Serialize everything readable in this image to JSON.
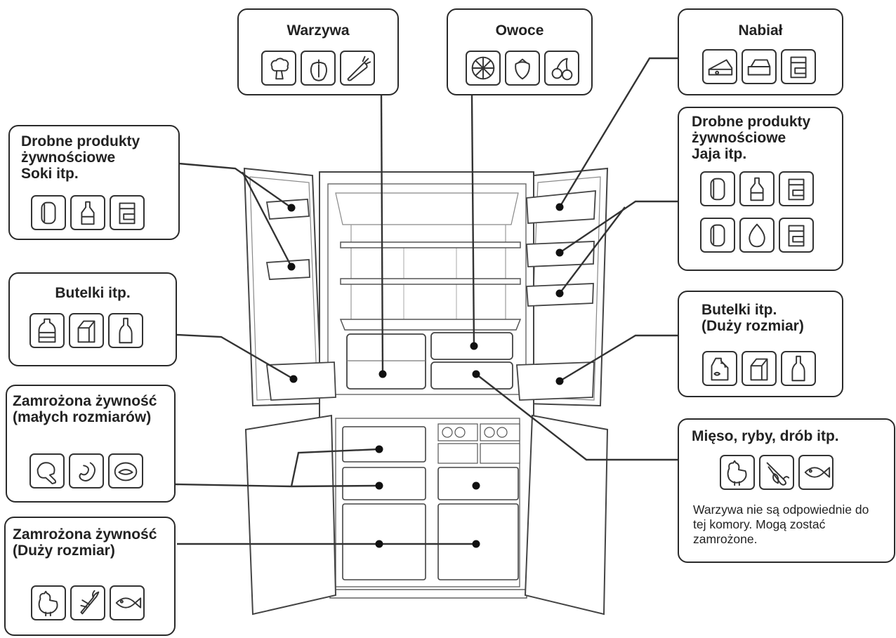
{
  "labels": {
    "warzywa": "Warzywa",
    "owoce": "Owoce",
    "nabial": "Nabiał",
    "drobne_soki": "Drobne produkty\nżywnościowe\nSoki itp.",
    "drobne_jaja": "Drobne produkty\nżywnościowe\nJaja itp.",
    "butelki": "Butelki itp.",
    "butelki_duze": "Butelki itp.\n(Duży rozmiar)",
    "zamrozona_male": "Zamrożona żywność\n(małych rozmiarów)",
    "zamrozona_duze": "Zamrożona żywność\n(Duży rozmiar)",
    "mieso": "Mięso, ryby, drób itp.",
    "mieso_note": "Warzywa nie są odpowiednie do tej komory. Mogą zostać zamrożone."
  },
  "icons": {
    "warzywa": [
      "broccoli-icon",
      "pepper-icon",
      "carrot-icon"
    ],
    "owoce": [
      "citrus-icon",
      "strawberry-icon",
      "cherry-icon"
    ],
    "nabial": [
      "cheese-icon",
      "butter-icon",
      "container-icon"
    ],
    "drobne_soki": [
      "can-icon",
      "sauce-bottle-icon",
      "container-icon"
    ],
    "drobne_jaja_row1": [
      "can-icon",
      "sauce-bottle-icon",
      "container-icon"
    ],
    "drobne_jaja_row2": [
      "can-icon",
      "egg-icon",
      "container-icon"
    ],
    "butelki": [
      "plastic-bottle-icon",
      "milk-carton-icon",
      "wine-bottle-icon"
    ],
    "butelki_duze": [
      "jug-icon",
      "milk-carton-icon",
      "wine-bottle-icon"
    ],
    "zamrozona_male": [
      "chicken-leg-icon",
      "shrimp-icon",
      "fish-slice-icon"
    ],
    "zamrozona_duze": [
      "chicken-icon",
      "lobster-icon",
      "fish-icon"
    ],
    "mieso": [
      "chicken-icon",
      "meat-icon",
      "fish-icon"
    ]
  }
}
